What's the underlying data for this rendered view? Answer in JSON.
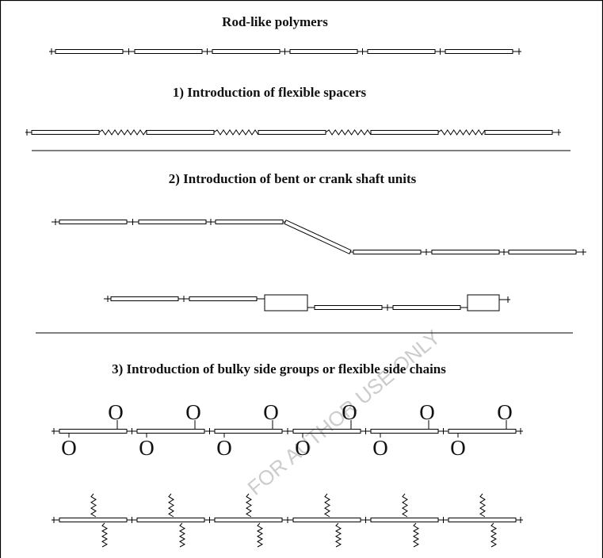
{
  "diagram": {
    "title": "Rod-like polymers",
    "section1": "1) Introduction of flexible spacers",
    "section2": "2) Introduction of bent or crank shaft units",
    "section3": "3) Introduction of bulky side groups or flexible side chains",
    "side_group_label": "O",
    "watermark": "FOR AUTHOR USE ONLY"
  }
}
